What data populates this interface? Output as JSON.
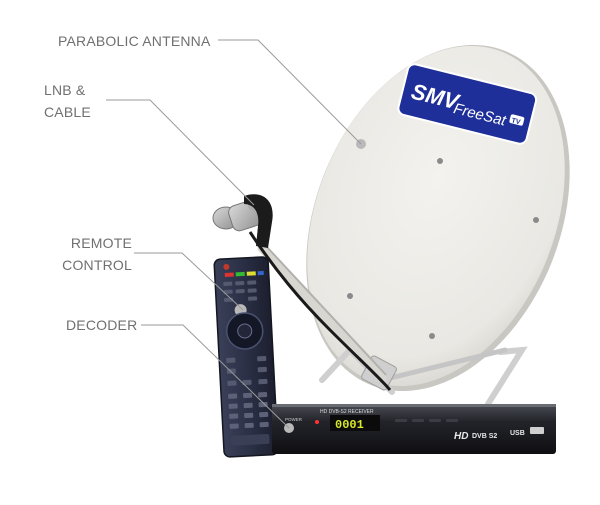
{
  "labels": {
    "antenna": "PARABOLIC ANTENNA",
    "lnb_line1": "LNB &",
    "lnb_line2": "CABLE",
    "remote_line1": "REMOTE",
    "remote_line2": "CONTROL",
    "decoder": "DECODER"
  },
  "logo": {
    "brand": "SMV",
    "product": "FreeSat",
    "tv_badge": "TV"
  },
  "decoder": {
    "model_text": "HD DVB-S2 RECEIVER",
    "display": "0001",
    "power_label": "POWER",
    "hd_label": "HD",
    "dvb_label": "DVB S2",
    "usb_label": "USB"
  },
  "colors": {
    "dish": "#eeede8",
    "logo_bg": "#1f2f9a",
    "remote": "#262a3a",
    "decoder": "#1e1e22",
    "display": "#d8e82a",
    "leader": "#999999"
  }
}
